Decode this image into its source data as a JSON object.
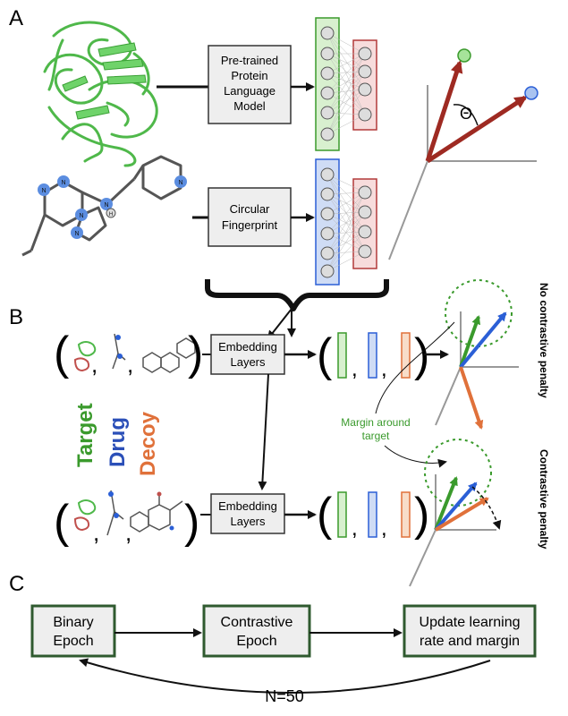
{
  "panels": {
    "a": "A",
    "b": "B",
    "c": "C"
  },
  "panel_a": {
    "plm_box": [
      "Pre-trained",
      "Protein",
      "Language",
      "Model"
    ],
    "fp_box": [
      "Circular",
      "Fingerprint"
    ],
    "theta": "Θ",
    "atom_n": "N",
    "atom_h": "H"
  },
  "panel_b": {
    "embedding_box": [
      "Embedding",
      "Layers"
    ],
    "legend": {
      "target": "Target",
      "drug": "Drug",
      "decoy": "Decoy"
    },
    "margin_label": [
      "Margin around",
      "target"
    ],
    "side_labels": {
      "no_penalty": "No contrastive penalty",
      "penalty": "Contrastive penalty"
    }
  },
  "panel_c": {
    "binary_epoch": [
      "Binary",
      "Epoch"
    ],
    "contrastive_epoch": [
      "Contrastive",
      "Epoch"
    ],
    "update_box": [
      "Update learning",
      "rate and margin"
    ],
    "loop_label": "N=50"
  },
  "colors": {
    "protein_green": "#6fd36a",
    "target_green": "#3a9a2c",
    "drug_blue": "#2b5fd6",
    "decoy_orange": "#e0713a",
    "nn_green_fill": "#d8f0cf",
    "nn_blue_fill": "#cfdcf5",
    "nn_red_fill": "#f7dcdc",
    "vector_red": "#9e2a22",
    "box_fill": "#eeeeee",
    "epoch_border": "#2f5a2f"
  }
}
